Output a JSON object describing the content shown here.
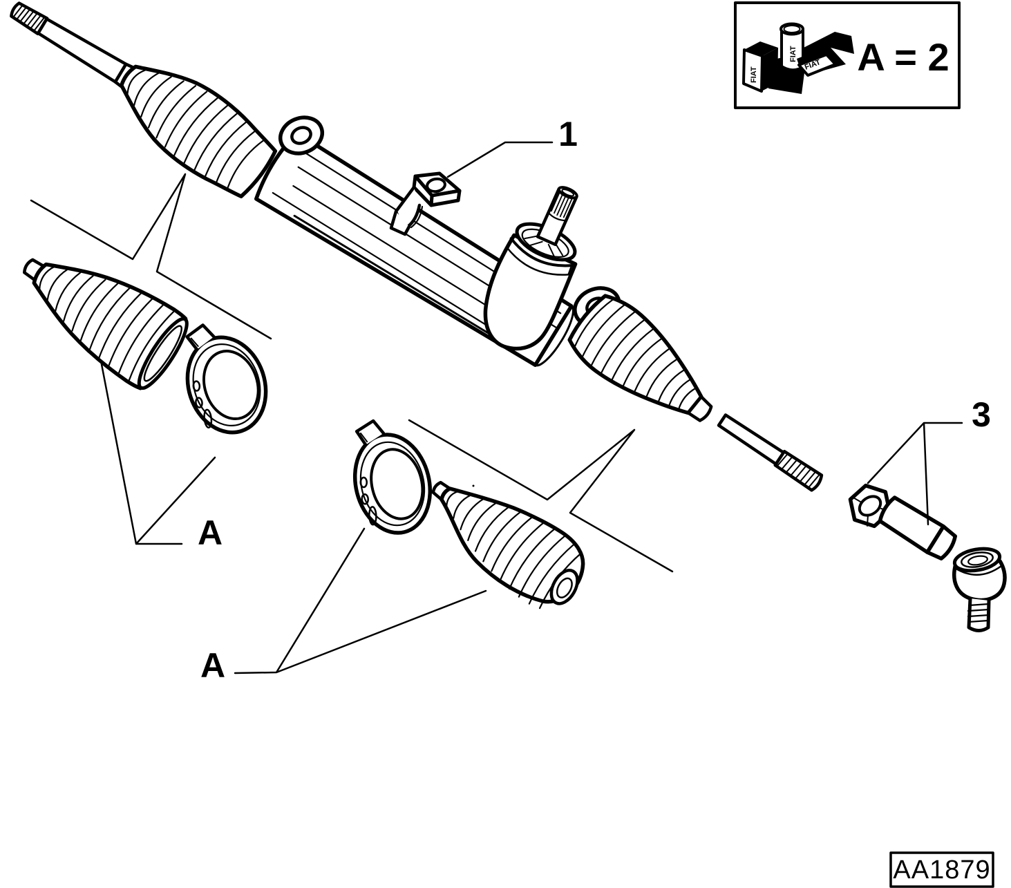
{
  "page": {
    "background": "#ffffff",
    "line_color": "#000000"
  },
  "legend": {
    "label": "A = 2",
    "brand": "FIAT",
    "icon": "fiat-parts-kit-icon"
  },
  "part_code": {
    "value": "AA1879"
  },
  "callouts": {
    "bracket": {
      "label": "1"
    },
    "tie_rod_end": {
      "label": "3"
    },
    "boot_kit_left": {
      "label": "A"
    },
    "boot_kit_center": {
      "label": "A"
    }
  }
}
